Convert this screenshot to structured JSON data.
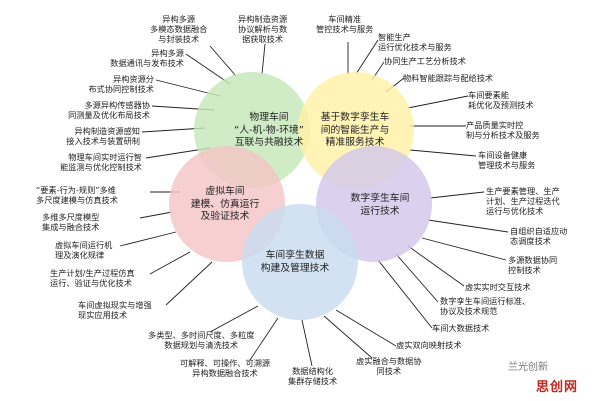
{
  "hubs": [
    {
      "id": "physical",
      "label": "物理车间\n“人-机-物-环境”\n互联与共融技术",
      "color": "#c6e8b9"
    },
    {
      "id": "service",
      "label": "基于数字孪生车\n间的智能生产与\n精准服务技术",
      "color": "#fff0a6"
    },
    {
      "id": "virtual",
      "label": "虚拟车间\n建模、仿真运行\n及验证技术",
      "color": "#f4c4c6"
    },
    {
      "id": "operation",
      "label": "数字孪生车间\n运行技术",
      "color": "#d3c7ec"
    },
    {
      "id": "data",
      "label": "车间孪生数据\n构建及管理技术",
      "color": "#c8dcef"
    }
  ],
  "leaves": {
    "physical": [
      "异构多源\n多模态数据融合\n与封装技术",
      "异构多源\n数据通讯与发布技术",
      "异构资源分\n布式协同控制技术",
      "多源异构传感器协\n同测量及优化布局技术",
      "异构制造资源感知\n接入技术与装置研制",
      "物理车间实时运行智\n能监测与优化控制技术"
    ],
    "top_center": [
      "异构制造资源\n协议解析与数\n据获取技术"
    ],
    "service": [
      "车间精准\n管控技术与服务",
      "智能生产\n运行优化技术与服务",
      "协同生产工艺分析技术",
      "物料智能跟踪与配给技术",
      "车间要素能\n耗优化及预测技术",
      "产品质量实时控\n制与分析技术及服务",
      "车间设备健康\n管理技术与服务"
    ],
    "virtual": [
      "“要素-行为-规则”多维\n多尺度建模与仿真技术",
      "多维多尺度模型\n集成与融合技术",
      "虚拟车间运行机\n理及演化规律",
      "生产计划/生产过程仿真\n运行、验证与优化技术",
      "车间虚拟现实与增强\n现实应用技术"
    ],
    "operation": [
      "生产要素管理、生产\n计划、生产过程迭代\n运行与优化技术",
      "自组织自适应动\n态调度技术",
      "多源数据协同\n控制技术",
      "虚实实时交互技术",
      "数字孪生车间运行标准、\n协议及技术规范",
      "车间大数据技术"
    ],
    "data": [
      "多类型、多时间尺度、多粒度\n数据规划与清洗技术",
      "可解释、可操作、可溯源\n异构数据融合技术",
      "数据结构化\n集群存储技术",
      "虚实融合与数据协\n同技术",
      "虚实双向映射技术"
    ]
  },
  "watermark": {
    "line1": "兰光创新",
    "line2": "思创网"
  }
}
